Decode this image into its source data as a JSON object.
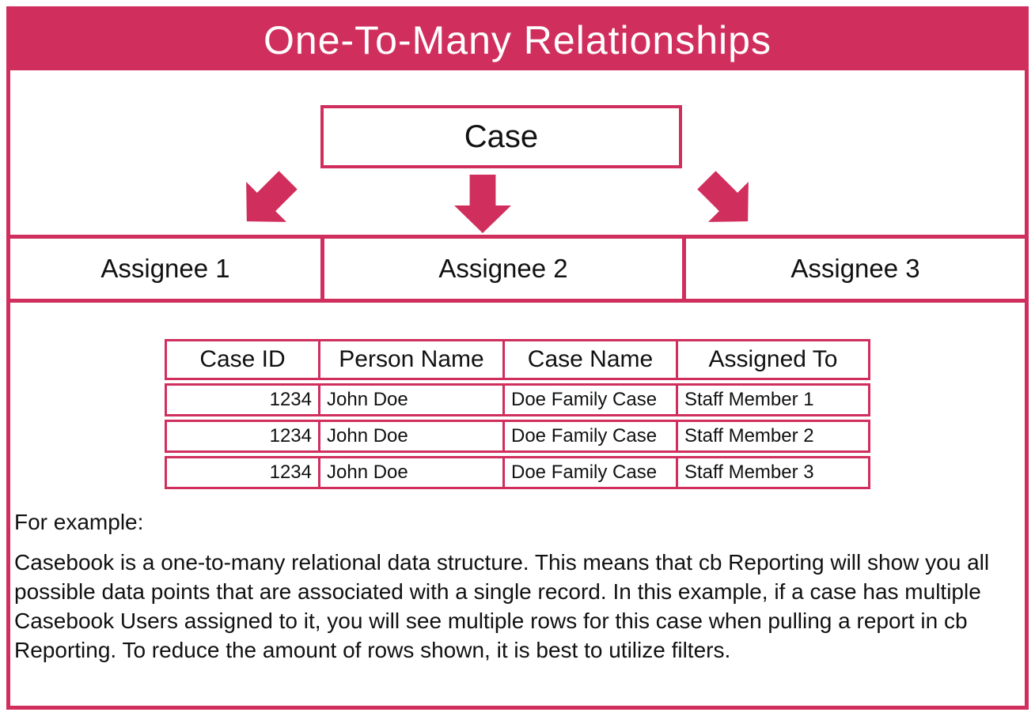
{
  "colors": {
    "accent": "#d02f5e",
    "text": "#111111",
    "background": "#ffffff",
    "header_text": "#ffffff"
  },
  "header": {
    "title": "One-To-Many Relationships"
  },
  "diagram": {
    "parent_label": "Case",
    "children": [
      "Assignee 1",
      "Assignee 2",
      "Assignee 3"
    ],
    "arrows": [
      "down-left-arrow",
      "down-arrow",
      "down-right-arrow"
    ]
  },
  "table": {
    "headers": [
      "Case ID",
      "Person Name",
      "Case Name",
      "Assigned To"
    ],
    "rows": [
      [
        "1234",
        "John Doe",
        "Doe Family Case",
        "Staff Member 1"
      ],
      [
        "1234",
        "John Doe",
        "Doe Family Case",
        "Staff Member 2"
      ],
      [
        "1234",
        "John Doe",
        "Doe Family Case",
        "Staff Member 3"
      ]
    ]
  },
  "notes": {
    "intro": "For example:",
    "body": "Casebook is a one-to-many relational data structure. This means that cb Reporting will show you all possible data points that are associated with a single record. In this example, if a case has multiple Casebook Users assigned to it, you will see multiple rows for this case when pulling a report in cb Reporting. To reduce the amount of rows shown, it is best to utilize filters."
  }
}
